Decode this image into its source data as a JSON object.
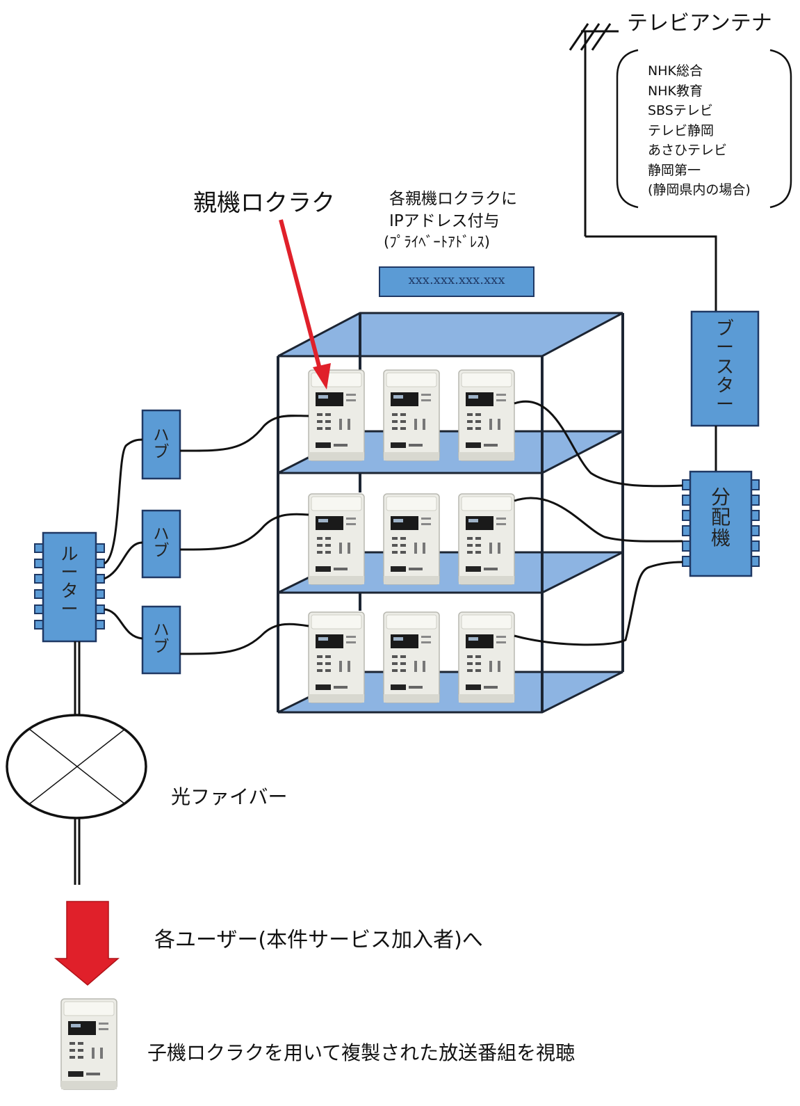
{
  "labels": {
    "antenna": "テレビアンテナ",
    "parent_rokuraku": "親機ロクラク",
    "ip_note": [
      "各親機ロクラクに",
      "IPアドレス付与",
      "(ﾌﾟﾗｲﾍﾞｰﾄｱﾄﾞﾚｽ)"
    ],
    "ip_address": "xxx.xxx.xxx.xxx",
    "booster": "ブースター",
    "splitter": "分配機",
    "router": "ルーター",
    "hub": "ハブ",
    "fiber": "光ファイバー",
    "to_users": "各ユーザー(本件サービス加入者)へ",
    "child_note": "子機ロクラクを用いて複製された放送番組を視聴"
  },
  "channels": [
    "NHK総合",
    "NHK教育",
    "SBSテレビ",
    "テレビ静岡",
    "あさひテレビ",
    "静岡第一",
    "(静岡県内の場合)"
  ],
  "colors": {
    "box_fill": "#5b9bd5",
    "box_stroke": "#1f3864",
    "shelf_fill": "#8db4e2",
    "frame": "#1c2533",
    "cable": "#111111",
    "red_arrow": "#e0202a",
    "device_body": "#ecece6",
    "device_display": "#1a1a1a"
  }
}
